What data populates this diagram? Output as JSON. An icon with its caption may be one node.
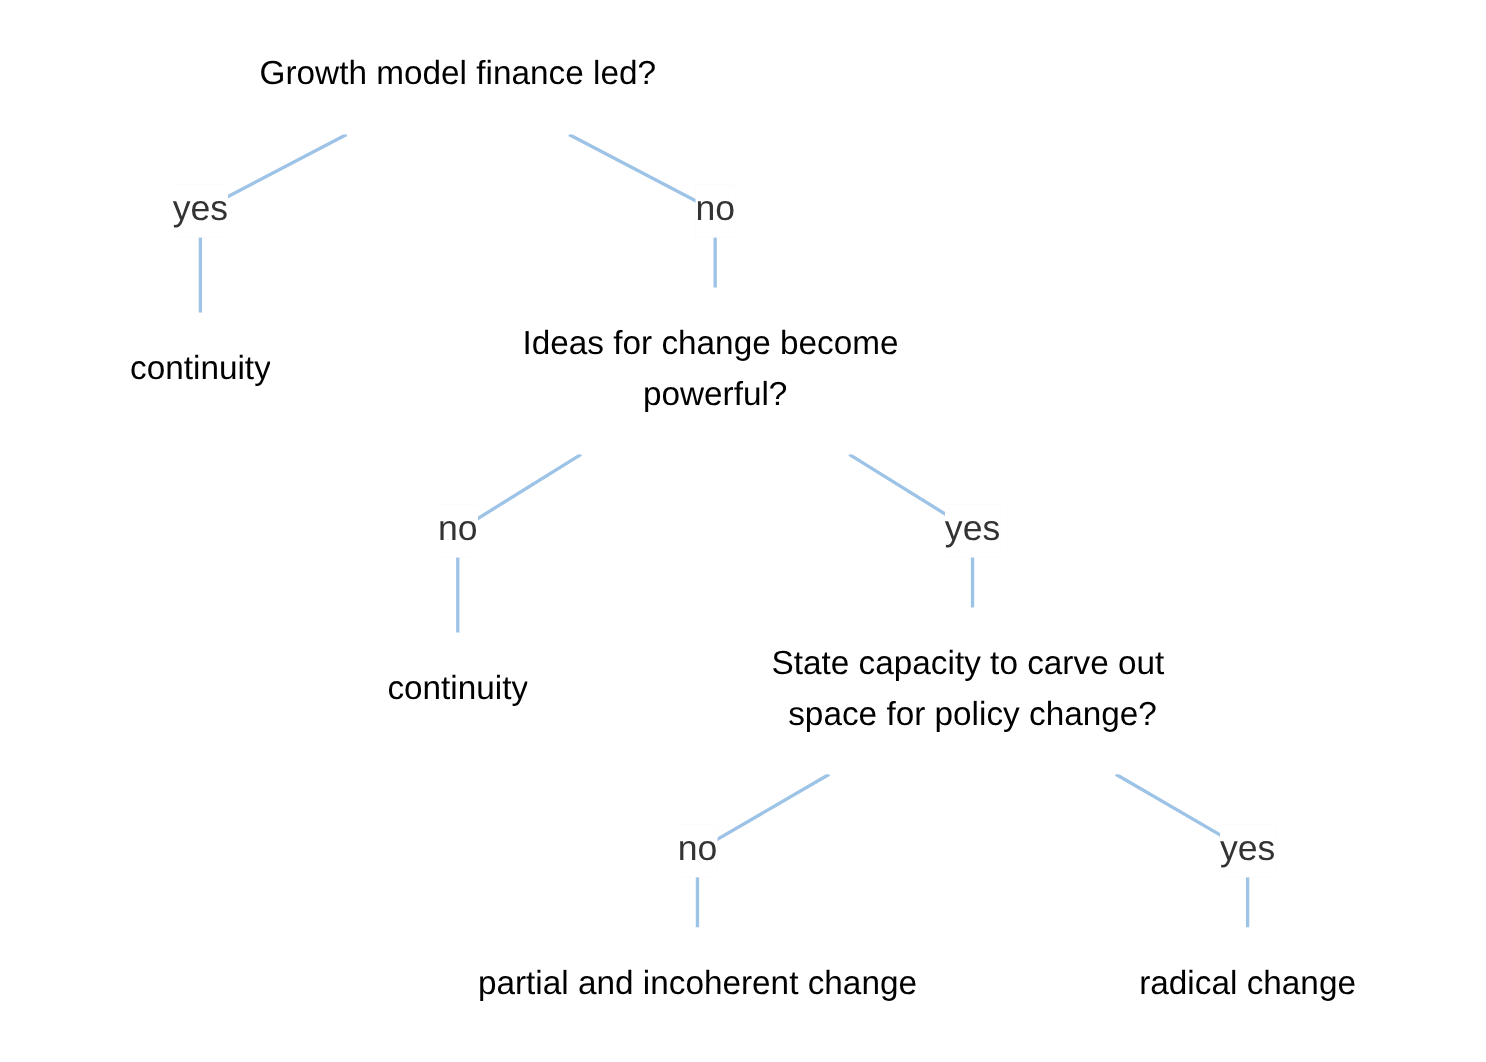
{
  "diagram": {
    "nodes": [
      {
        "text": [
          "Growth model finance led?"
        ]
      },
      {
        "text": [
          "continuity"
        ]
      },
      {
        "text": [
          "Ideas for change become powerful?"
        ]
      },
      {
        "text": [
          "continuity"
        ]
      },
      {
        "text": [
          "State capacity to carve out space for policy change?"
        ]
      },
      {
        "text": [
          "partial and incoherent change"
        ]
      },
      {
        "text": [
          "radical change"
        ]
      }
    ],
    "edges": [
      {
        "from": 0,
        "to": 1,
        "arrow": "none",
        "label": "yes"
      },
      {
        "from": 0,
        "to": 2,
        "arrow": "none",
        "label": "no"
      },
      {
        "from": 2,
        "to": 3,
        "arrow": "none",
        "label": "no"
      },
      {
        "from": 2,
        "to": 4,
        "arrow": "none",
        "label": "yes"
      },
      {
        "from": 4,
        "to": 5,
        "arrow": "none",
        "label": "no"
      },
      {
        "from": 4,
        "to": 6,
        "arrow": "none",
        "label": "yes"
      }
    ]
  }
}
